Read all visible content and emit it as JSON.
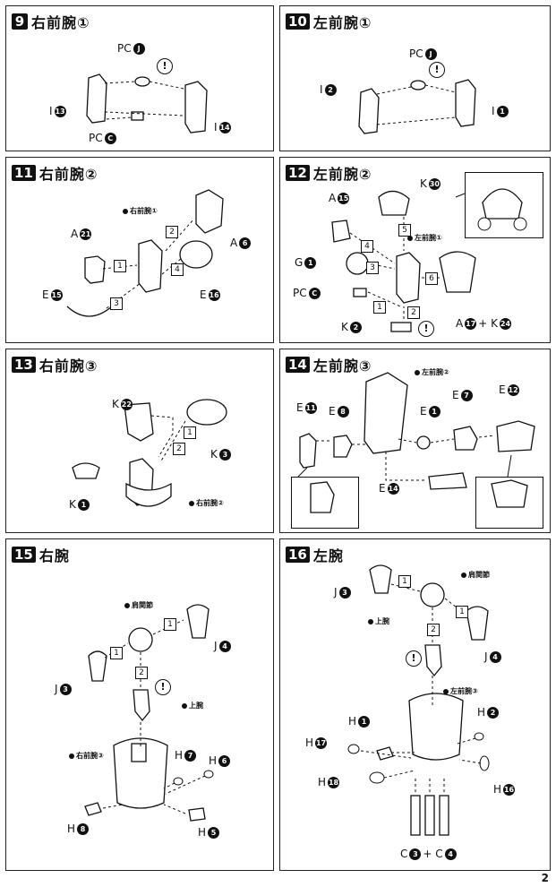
{
  "page_number": "2",
  "panels": [
    {
      "num": "9",
      "title": "右前腕①",
      "labels": [
        {
          "text": "PC",
          "badge": "J"
        },
        {
          "text": "I",
          "badge": "13"
        },
        {
          "text": "PC",
          "badge": "C"
        },
        {
          "text": "I",
          "badge": "14"
        }
      ],
      "notes": [
        "!"
      ]
    },
    {
      "num": "10",
      "title": "左前腕①",
      "labels": [
        {
          "text": "PC",
          "badge": "J"
        },
        {
          "text": "I",
          "badge": "2"
        },
        {
          "text": "I",
          "badge": "1"
        }
      ],
      "notes": [
        "!"
      ]
    },
    {
      "num": "11",
      "title": "右前腕②",
      "labels": [
        {
          "text": "A",
          "badge": "21"
        },
        {
          "text": "E",
          "badge": "15"
        },
        {
          "text": "A",
          "badge": "6"
        },
        {
          "text": "E",
          "badge": "16"
        }
      ],
      "refs": [
        "右前腕①"
      ],
      "steps": [
        "1",
        "2",
        "3",
        "4"
      ]
    },
    {
      "num": "12",
      "title": "左前腕②",
      "labels": [
        {
          "text": "A",
          "badge": "15"
        },
        {
          "text": "K",
          "badge": "30"
        },
        {
          "text": "G",
          "badge": "1"
        },
        {
          "text": "PC",
          "badge": "C"
        },
        {
          "text": "K",
          "badge": "2"
        },
        {
          "text": "A",
          "badge": "17"
        },
        {
          "text": "+ K",
          "badge": "24"
        }
      ],
      "refs": [
        "左前腕①"
      ],
      "steps": [
        "1",
        "2",
        "3",
        "4",
        "5",
        "6"
      ],
      "notes": [
        "!"
      ]
    },
    {
      "num": "13",
      "title": "右前腕③",
      "labels": [
        {
          "text": "K",
          "badge": "22"
        },
        {
          "text": "K",
          "badge": "3"
        },
        {
          "text": "K",
          "badge": "1"
        }
      ],
      "refs": [
        "右前腕②"
      ],
      "steps": [
        "1",
        "2"
      ]
    },
    {
      "num": "14",
      "title": "左前腕③",
      "labels": [
        {
          "text": "E",
          "badge": "11"
        },
        {
          "text": "E",
          "badge": "8"
        },
        {
          "text": "E",
          "badge": "1"
        },
        {
          "text": "E",
          "badge": "7"
        },
        {
          "text": "E",
          "badge": "12"
        },
        {
          "text": "E",
          "badge": "14"
        }
      ],
      "refs": [
        "左前腕②"
      ]
    },
    {
      "num": "15",
      "title": "右腕",
      "labels": [
        {
          "text": "J",
          "badge": "3"
        },
        {
          "text": "J",
          "badge": "4"
        },
        {
          "text": "H",
          "badge": "7"
        },
        {
          "text": "H",
          "badge": "6"
        },
        {
          "text": "H",
          "badge": "8"
        },
        {
          "text": "H",
          "badge": "5"
        }
      ],
      "refs": [
        "肩関節",
        "上腕",
        "右前腕③"
      ],
      "steps": [
        "1",
        "1",
        "2"
      ],
      "notes": [
        "!"
      ]
    },
    {
      "num": "16",
      "title": "左腕",
      "labels": [
        {
          "text": "J",
          "badge": "3"
        },
        {
          "text": "J",
          "badge": "4"
        },
        {
          "text": "H",
          "badge": "1"
        },
        {
          "text": "H",
          "badge": "2"
        },
        {
          "text": "H",
          "badge": "17"
        },
        {
          "text": "H",
          "badge": "18"
        },
        {
          "text": "H",
          "badge": "16"
        },
        {
          "text": "C",
          "badge": "3"
        },
        {
          "text": "+ C",
          "badge": "4"
        }
      ],
      "refs": [
        "肩関節",
        "上腕",
        "左前腕③"
      ],
      "steps": [
        "1",
        "1",
        "2"
      ],
      "notes": [
        "!"
      ]
    }
  ]
}
